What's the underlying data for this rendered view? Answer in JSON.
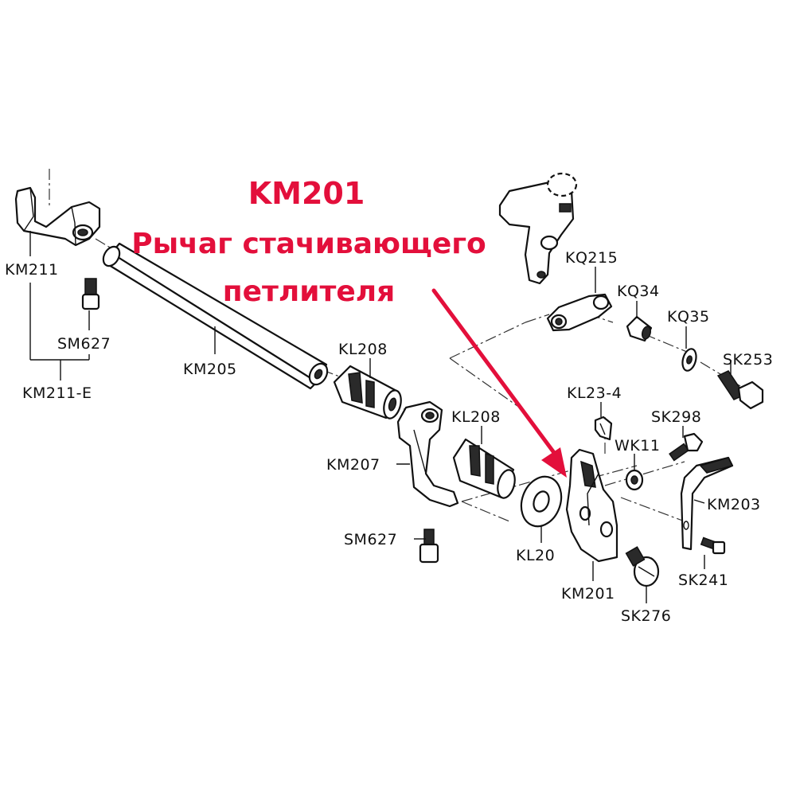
{
  "annotation": {
    "part_code": "KM201",
    "description_line1": "Рычаг стачивающего",
    "description_line2": "петлителя",
    "color": "#e30f3b"
  },
  "labels": {
    "km211": "KM211",
    "sm627_top": "SM627",
    "km211e": "KM211-E",
    "km205": "KM205",
    "kl208_a": "KL208",
    "kl208_b": "KL208",
    "km207": "KM207",
    "sm627_bottom": "SM627",
    "kl20": "KL20",
    "km201": "KM201",
    "sk276": "SK276",
    "sk241": "SK241",
    "km203": "KM203",
    "wk11": "WK11",
    "sk298": "SK298",
    "kl23_4": "KL23-4",
    "sk253": "SK253",
    "kq35": "KQ35",
    "kq34": "KQ34",
    "kq215": "KQ215"
  }
}
